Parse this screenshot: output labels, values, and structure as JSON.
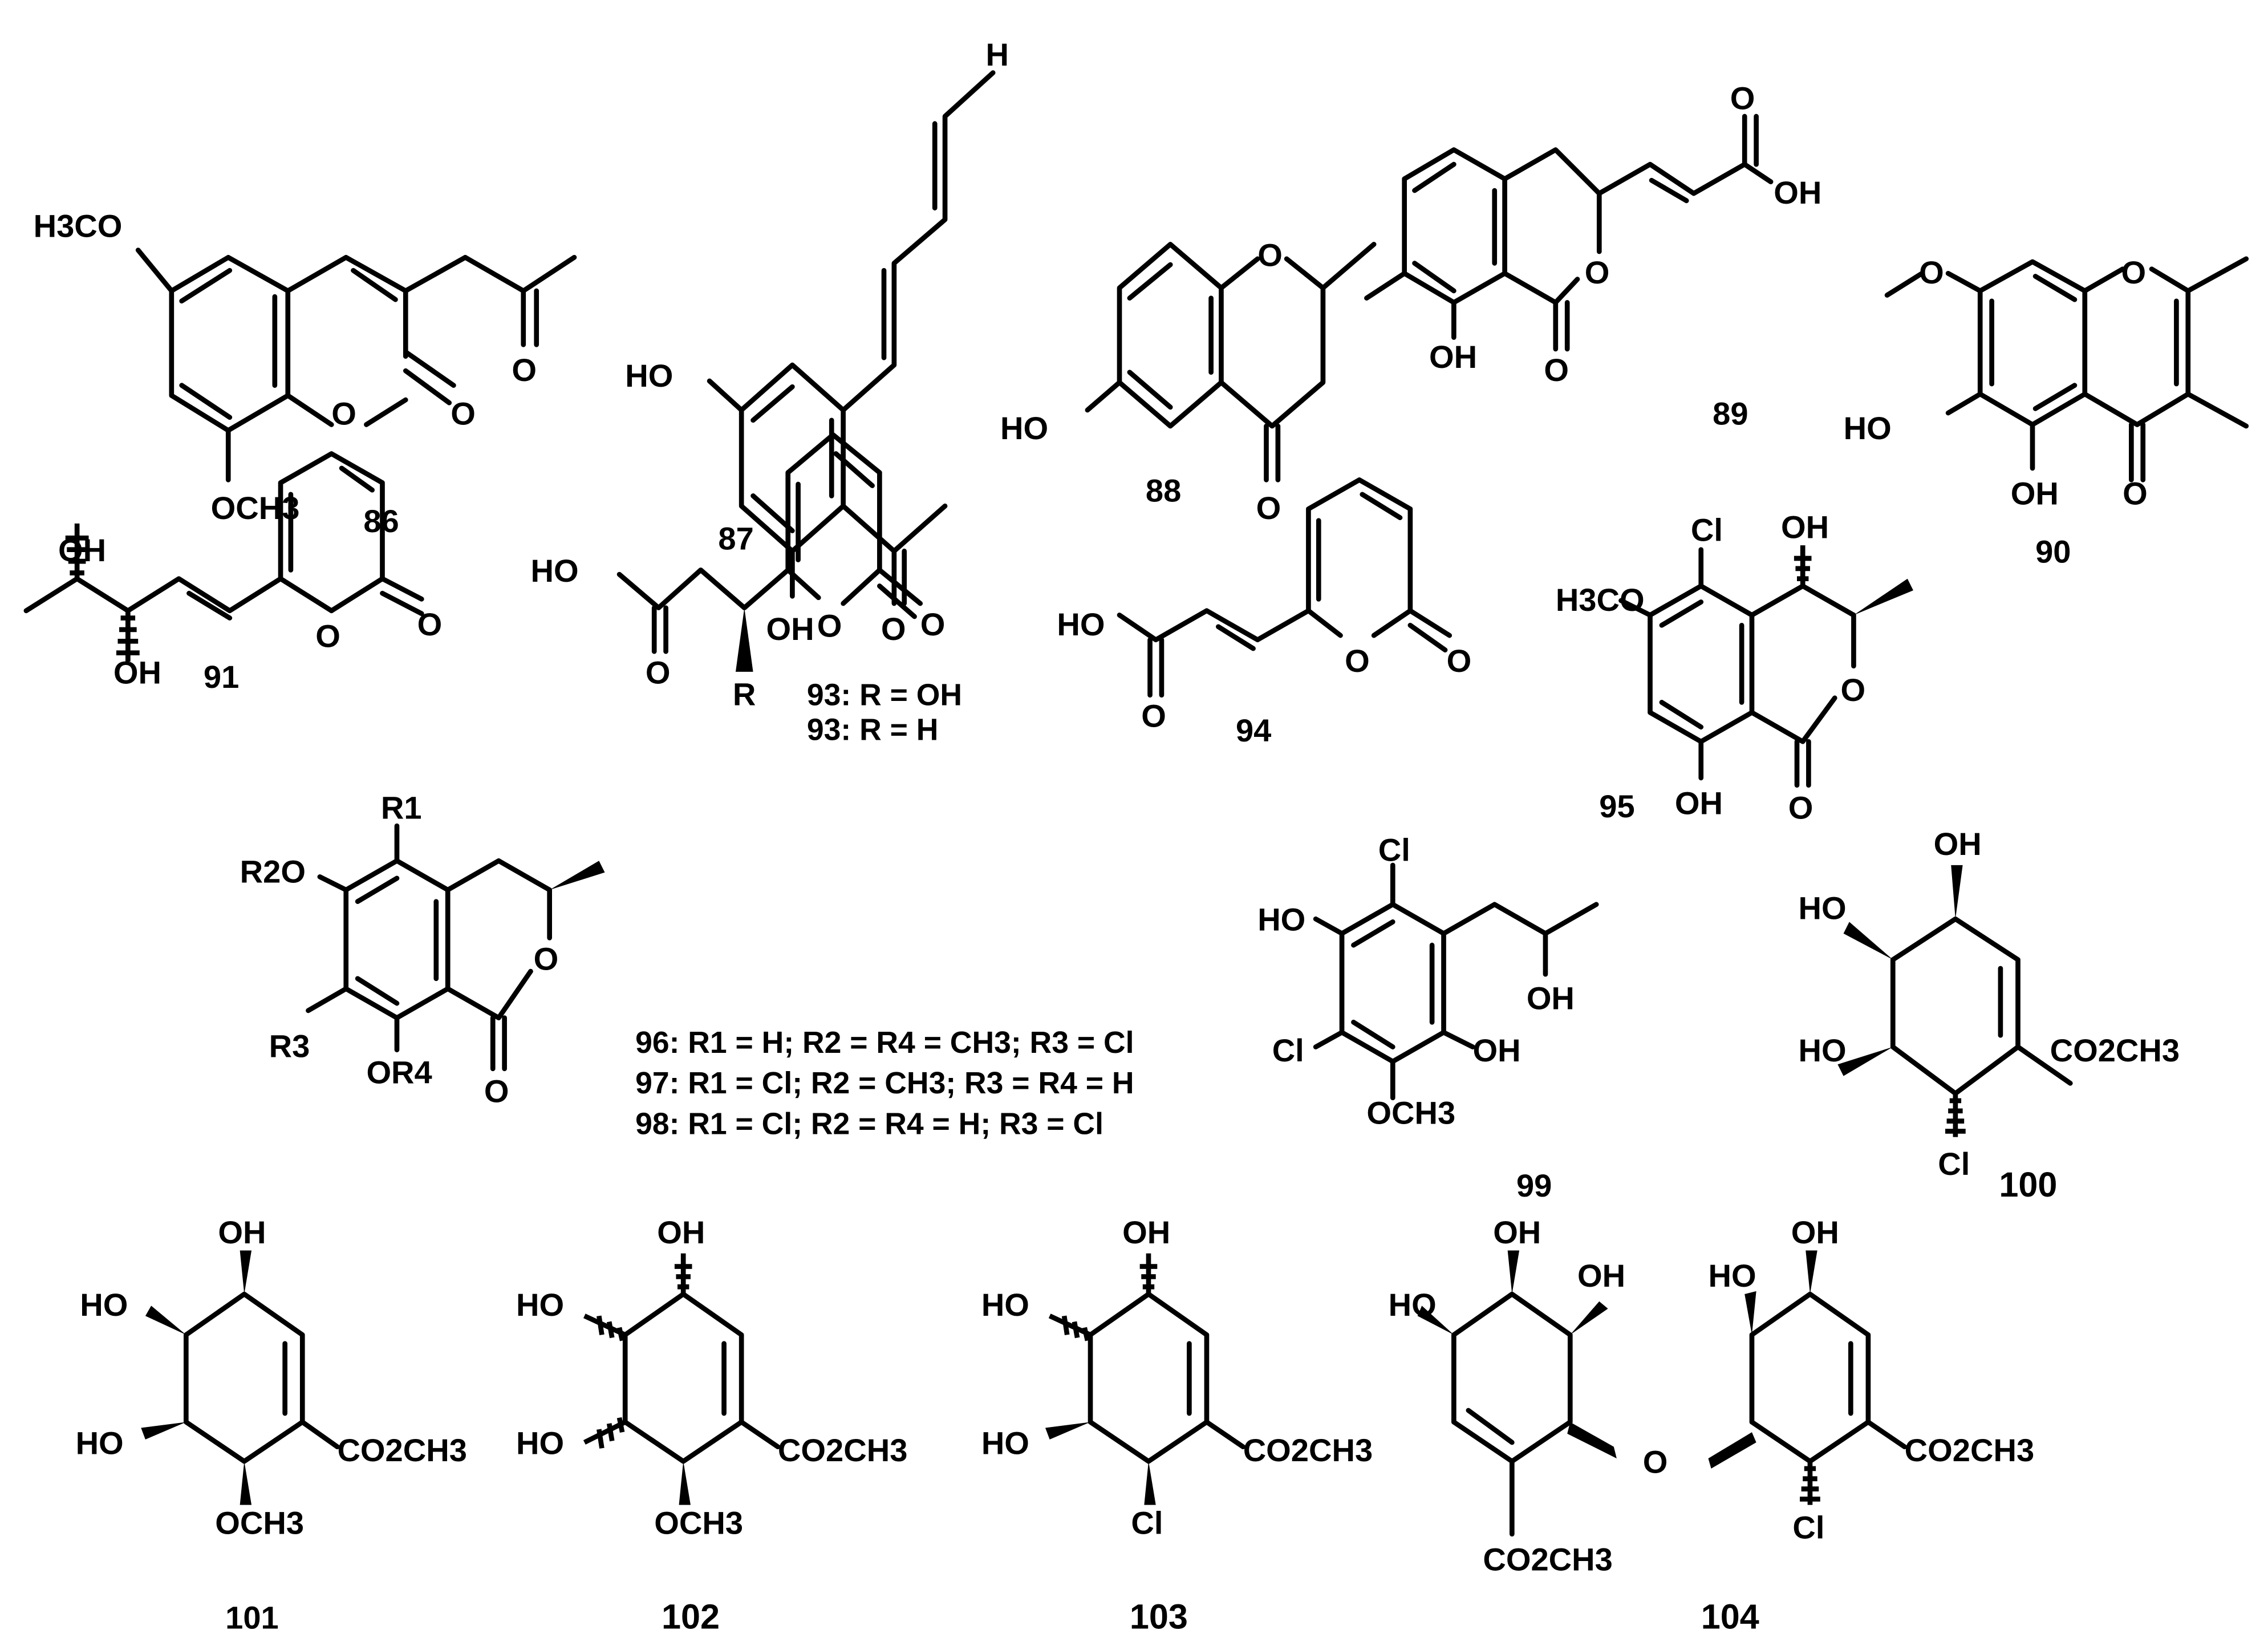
{
  "figure": {
    "background": "#ffffff",
    "ink": "#000000",
    "compounds": [
      {
        "id": "86",
        "label": "86",
        "atoms": {
          "a1": "H3CO",
          "a2": "O",
          "a3": "O",
          "a4": "O",
          "a5": "OCH3"
        }
      },
      {
        "id": "87",
        "label": "87",
        "atoms": {
          "a1": "HO",
          "a2": "OH",
          "a3": "O",
          "a4": "H"
        }
      },
      {
        "id": "88",
        "label": "88",
        "atoms": {
          "a1": "HO",
          "a2": "O",
          "a3": "O"
        }
      },
      {
        "id": "89",
        "label": "89",
        "atoms": {
          "a1": "O",
          "a2": "OH",
          "a3": "O",
          "a4": "O",
          "a5": "OH"
        }
      },
      {
        "id": "90",
        "label": "90",
        "atoms": {
          "a1": "O",
          "a2": "O",
          "a3": "HO",
          "a4": "OH",
          "a5": "O"
        }
      },
      {
        "id": "91",
        "label": "91",
        "atoms": {
          "a1": "OH",
          "a2": "OH",
          "a3": "O",
          "a4": "O"
        }
      },
      {
        "id": "93",
        "label": "",
        "atoms": {
          "a1": "HO",
          "a2": "O",
          "a3": "R",
          "a4": "O",
          "a5": "O"
        },
        "variants": [
          "93: R = OH",
          "93: R = H"
        ]
      },
      {
        "id": "94",
        "label": "94",
        "atoms": {
          "a1": "HO",
          "a2": "O",
          "a3": "O",
          "a4": "O"
        }
      },
      {
        "id": "95",
        "label": "95",
        "atoms": {
          "a1": "Cl",
          "a2": "OH",
          "a3": "H3CO",
          "a4": "O",
          "a5": "OH",
          "a6": "O"
        }
      },
      {
        "id": "96-98",
        "label": "",
        "atoms": {
          "a1": "R1",
          "a2": "R2O",
          "a3": "R3",
          "a4": "OR4",
          "a5": "O",
          "a6": "O"
        },
        "variants": [
          "96: R1 = H; R2 = R4 = CH3; R3 = Cl",
          "97: R1 = Cl; R2 = CH3; R3 = R4 = H",
          "98: R1 = Cl; R2 = R4 = H; R3 = Cl"
        ]
      },
      {
        "id": "99",
        "label": "99",
        "atoms": {
          "a1": "Cl",
          "a2": "HO",
          "a3": "Cl",
          "a4": "OH",
          "a5": "OCH3",
          "a6": "OH"
        }
      },
      {
        "id": "100",
        "label": "100",
        "atoms": {
          "a1": "OH",
          "a2": "HO",
          "a3": "HO",
          "a4": "CO2CH3",
          "a5": "Cl"
        }
      },
      {
        "id": "101",
        "label": "101",
        "atoms": {
          "a1": "OH",
          "a2": "HO",
          "a3": "HO",
          "a4": "CO2CH3",
          "a5": "OCH3"
        }
      },
      {
        "id": "102",
        "label": "102",
        "atoms": {
          "a1": "OH",
          "a2": "HO",
          "a3": "HO",
          "a4": "CO2CH3",
          "a5": "OCH3"
        }
      },
      {
        "id": "103",
        "label": "103",
        "atoms": {
          "a1": "OH",
          "a2": "HO",
          "a3": "HO",
          "a4": "CO2CH3",
          "a5": "Cl"
        }
      },
      {
        "id": "104",
        "label": "104",
        "atoms": {
          "a1": "OH",
          "a2": "OH",
          "a3": "HO",
          "a4": "HO",
          "a5": "OH",
          "a6": "O",
          "a7": "CO2CH3",
          "a8": "CO2CH3",
          "a9": "Cl"
        }
      }
    ]
  }
}
